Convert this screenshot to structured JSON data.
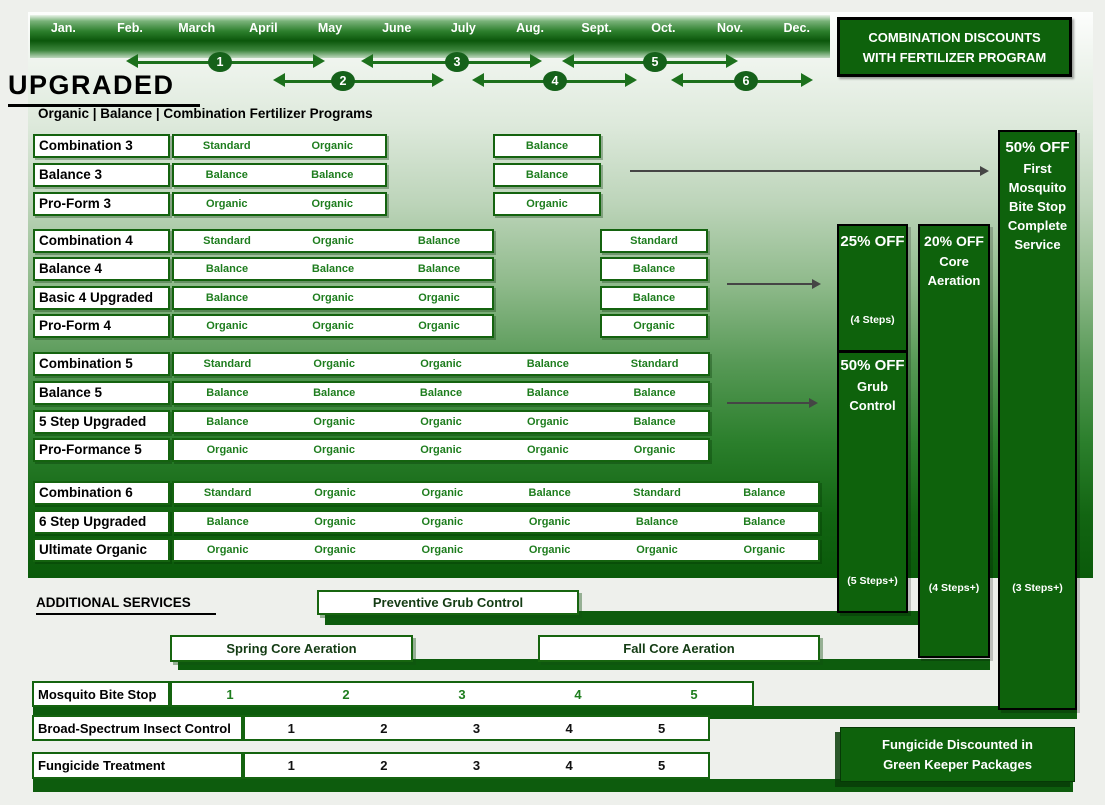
{
  "title": "UPGRADED",
  "subtitle": "Organic | Balance | Combination Fertilizer Programs",
  "banner": {
    "line1": "COMBINATION DISCOUNTS",
    "line2": "WITH FERTILIZER PROGRAM"
  },
  "months": [
    "Jan.",
    "Feb.",
    "March",
    "April",
    "May",
    "June",
    "July",
    "Aug.",
    "Sept.",
    "Oct.",
    "Nov.",
    "Dec."
  ],
  "timeline_arrow_labels": [
    "1",
    "2",
    "3",
    "4",
    "5",
    "6"
  ],
  "program_groups": [
    {
      "rows": [
        {
          "label": "Combination 3",
          "cells": [
            "Standard",
            "Organic"
          ],
          "extra": "Balance"
        },
        {
          "label": "Balance 3",
          "cells": [
            "Balance",
            "Balance"
          ],
          "extra": "Balance"
        },
        {
          "label": "Pro-Form 3",
          "cells": [
            "Organic",
            "Organic"
          ],
          "extra": "Organic"
        }
      ]
    },
    {
      "rows": [
        {
          "label": "Combination 4",
          "cells": [
            "Standard",
            "Organic",
            "Balance"
          ],
          "extra": "Standard"
        },
        {
          "label": "Balance 4",
          "cells": [
            "Balance",
            "Balance",
            "Balance"
          ],
          "extra": "Balance"
        },
        {
          "label": "Basic 4 Upgraded",
          "cells": [
            "Balance",
            "Organic",
            "Organic"
          ],
          "extra": "Balance"
        },
        {
          "label": "Pro-Form 4",
          "cells": [
            "Organic",
            "Organic",
            "Organic"
          ],
          "extra": "Organic"
        }
      ]
    },
    {
      "rows": [
        {
          "label": "Combination 5",
          "cells": [
            "Standard",
            "Organic",
            "Organic",
            "Balance",
            "Standard"
          ]
        },
        {
          "label": "Balance 5",
          "cells": [
            "Balance",
            "Balance",
            "Balance",
            "Balance",
            "Balance"
          ]
        },
        {
          "label": "5 Step Upgraded",
          "cells": [
            "Balance",
            "Organic",
            "Organic",
            "Organic",
            "Balance"
          ]
        },
        {
          "label": "Pro-Formance 5",
          "cells": [
            "Organic",
            "Organic",
            "Organic",
            "Organic",
            "Organic"
          ]
        }
      ]
    },
    {
      "rows": [
        {
          "label": "Combination 6",
          "cells": [
            "Standard",
            "Organic",
            "Organic",
            "Balance",
            "Standard",
            "Balance"
          ]
        },
        {
          "label": "6 Step Upgraded",
          "cells": [
            "Balance",
            "Organic",
            "Organic",
            "Organic",
            "Balance",
            "Balance"
          ]
        },
        {
          "label": "Ultimate Organic",
          "cells": [
            "Organic",
            "Organic",
            "Organic",
            "Organic",
            "Organic",
            "Organic"
          ]
        }
      ]
    }
  ],
  "discounts": {
    "col_a_top": {
      "title": "25% OFF",
      "note": "(4 Steps)"
    },
    "col_a_bottom": {
      "title": "50% OFF",
      "lines": [
        "Grub",
        "Control"
      ],
      "note": "(5 Steps+)"
    },
    "col_b": {
      "title": "20% OFF",
      "lines": [
        "Core",
        "Aeration"
      ],
      "note": "(4 Steps+)"
    },
    "col_c": {
      "title": "50% OFF",
      "lines": [
        "First",
        "Mosquito",
        "Bite Stop",
        "Complete",
        "Service"
      ],
      "note": "(3 Steps+)"
    }
  },
  "additional_services": {
    "heading": "ADDITIONAL SERVICES",
    "preventive": "Preventive Grub Control",
    "spring": "Spring Core Aeration",
    "fall": "Fall Core Aeration",
    "rows": [
      {
        "label": "Mosquito Bite Stop",
        "numbers": [
          "1",
          "2",
          "3",
          "4",
          "5"
        ],
        "green": true
      },
      {
        "label": "Broad-Spectrum Insect Control",
        "numbers": [
          "1",
          "2",
          "3",
          "4",
          "5"
        ],
        "green": false
      },
      {
        "label": "Fungicide Treatment",
        "numbers": [
          "1",
          "2",
          "3",
          "4",
          "5"
        ],
        "green": false
      }
    ],
    "fungicide_note": {
      "line1": "Fungicide Discounted in",
      "line2": "Green Keeper Packages"
    }
  },
  "colors": {
    "dark_green_box": "#0e620c",
    "border_green": "#14630f",
    "cell_text_green": "#1e7d1e",
    "bar_green": "#0d5c0d",
    "timeline_arrow_green": "#1c701c",
    "connector_arrow_gray": "#454545"
  }
}
